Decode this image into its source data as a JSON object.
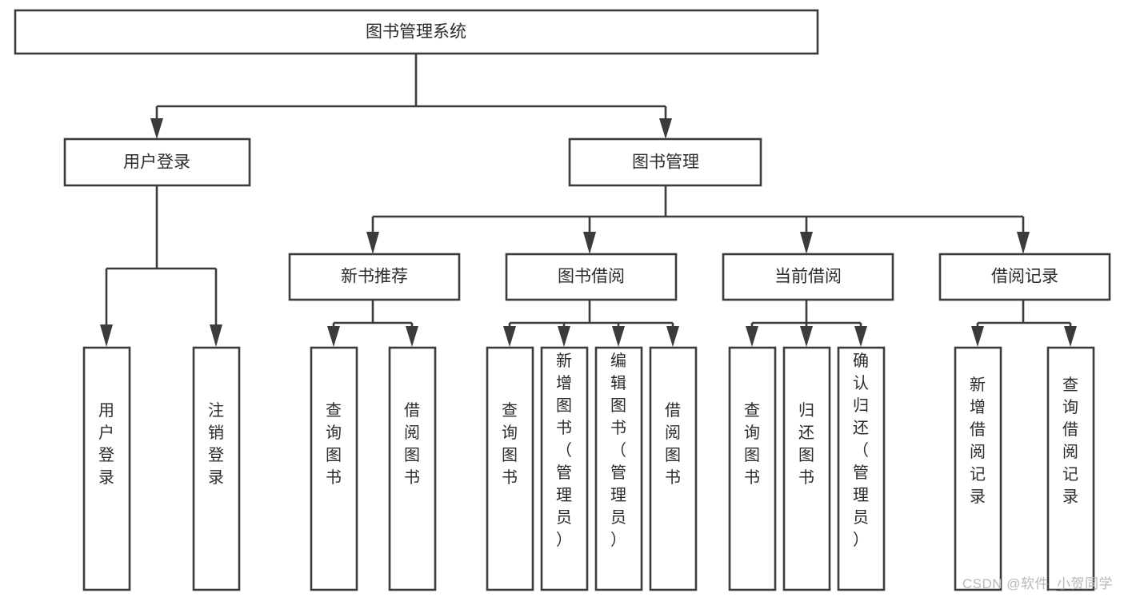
{
  "diagram": {
    "title": "图书管理系统",
    "type": "function-structure-tree",
    "watermark": "CSDN @软件_小贺同学",
    "colors": {
      "background": "#ffffff",
      "box_stroke": "#3b3b3b",
      "box_fill": "#ffffff",
      "text": "#2b2b2b",
      "watermark": "#b8b8b8"
    },
    "root": {
      "label": "图书管理系统",
      "orientation": "horizontal"
    },
    "level2": [
      {
        "label": "用户登录",
        "orientation": "horizontal"
      },
      {
        "label": "图书管理",
        "orientation": "horizontal"
      }
    ],
    "level3": [
      {
        "label": "新书推荐",
        "orientation": "horizontal"
      },
      {
        "label": "图书借阅",
        "orientation": "horizontal"
      },
      {
        "label": "当前借阅",
        "orientation": "horizontal"
      },
      {
        "label": "借阅记录",
        "orientation": "horizontal"
      }
    ],
    "leaves": {
      "user_login": [
        {
          "label": "用户登录",
          "orientation": "vertical"
        },
        {
          "label": "注销登录",
          "orientation": "vertical"
        }
      ],
      "new_book_recommend": [
        {
          "label": "查询图书",
          "orientation": "vertical"
        },
        {
          "label": "借阅图书",
          "orientation": "vertical"
        }
      ],
      "book_borrow": [
        {
          "label": "查询图书",
          "orientation": "vertical"
        },
        {
          "label": "新增图书（管理员）",
          "orientation": "vertical"
        },
        {
          "label": "编辑图书（管理员）",
          "orientation": "vertical"
        },
        {
          "label": "借阅图书",
          "orientation": "vertical"
        }
      ],
      "current_borrow": [
        {
          "label": "查询图书",
          "orientation": "vertical"
        },
        {
          "label": "归还图书",
          "orientation": "vertical"
        },
        {
          "label": "确认归还（管理员）",
          "orientation": "vertical"
        }
      ],
      "borrow_record": [
        {
          "label": "新增借阅记录",
          "orientation": "vertical"
        },
        {
          "label": "查询借阅记录",
          "orientation": "vertical"
        }
      ]
    }
  }
}
